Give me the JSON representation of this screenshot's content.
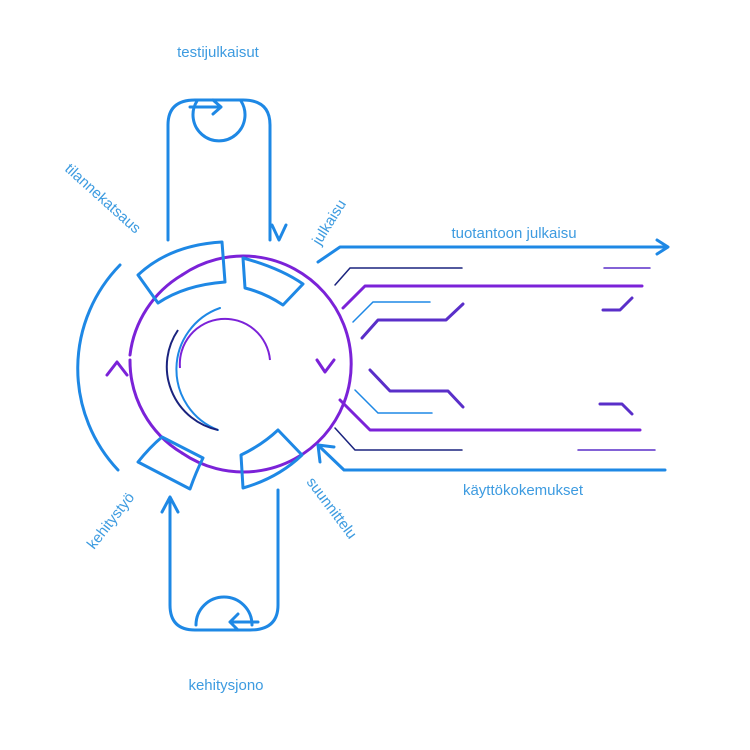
{
  "diagram": {
    "labels": {
      "test_releases": "testijulkaisut",
      "release": "julkaisu",
      "production_release": "tuotantoon julkaisu",
      "status_review": "tilannekatsaus",
      "usage_experiences": "käyttökokemukset",
      "planning": "suunnittelu",
      "development": "kehitystyö",
      "backlog": "kehitysjono"
    },
    "colors": {
      "blue": "#1e88e5",
      "purple": "#7b22d8",
      "indigo": "#5a2fc9",
      "navy": "#1a237e",
      "label": "#3d9be0"
    }
  }
}
